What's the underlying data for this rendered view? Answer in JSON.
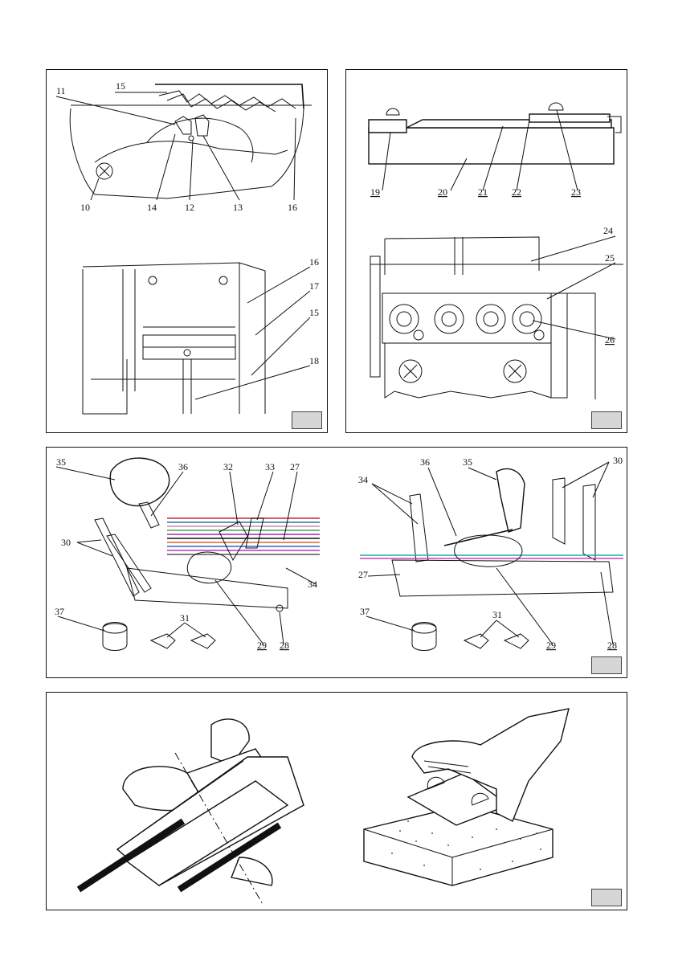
{
  "figures": [
    {
      "id": "fig-tl",
      "labels": [
        "15",
        "11",
        "10",
        "14",
        "12",
        "13",
        "16",
        "16",
        "17",
        "15",
        "18"
      ]
    },
    {
      "id": "fig-tr",
      "labels": [
        "19",
        "20",
        "21",
        "22",
        "23",
        "24",
        "25",
        "26"
      ]
    },
    {
      "id": "fig-ml",
      "labels": [
        "35",
        "36",
        "32",
        "33",
        "27",
        "30",
        "34",
        "37",
        "31",
        "29",
        "28"
      ]
    },
    {
      "id": "fig-mr",
      "labels": [
        "36",
        "35",
        "30",
        "34",
        "27",
        "37",
        "31",
        "29",
        "28"
      ]
    },
    {
      "id": "fig-bottom",
      "labels": []
    }
  ],
  "colors": {
    "line": "#111111",
    "box": "#d6d6d6"
  }
}
